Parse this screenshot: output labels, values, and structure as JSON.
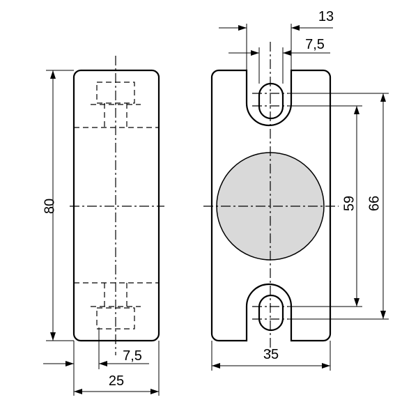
{
  "dimensions": {
    "height_side": "80",
    "width_side": "25",
    "offset_side": "7,5",
    "width_front": "35",
    "slot_outer": "13",
    "slot_inner": "7,5",
    "hole_spacing_inner": "59",
    "hole_spacing_outer": "66"
  },
  "colors": {
    "sensor_face": "#d9d9d9",
    "lines": "#000000"
  }
}
